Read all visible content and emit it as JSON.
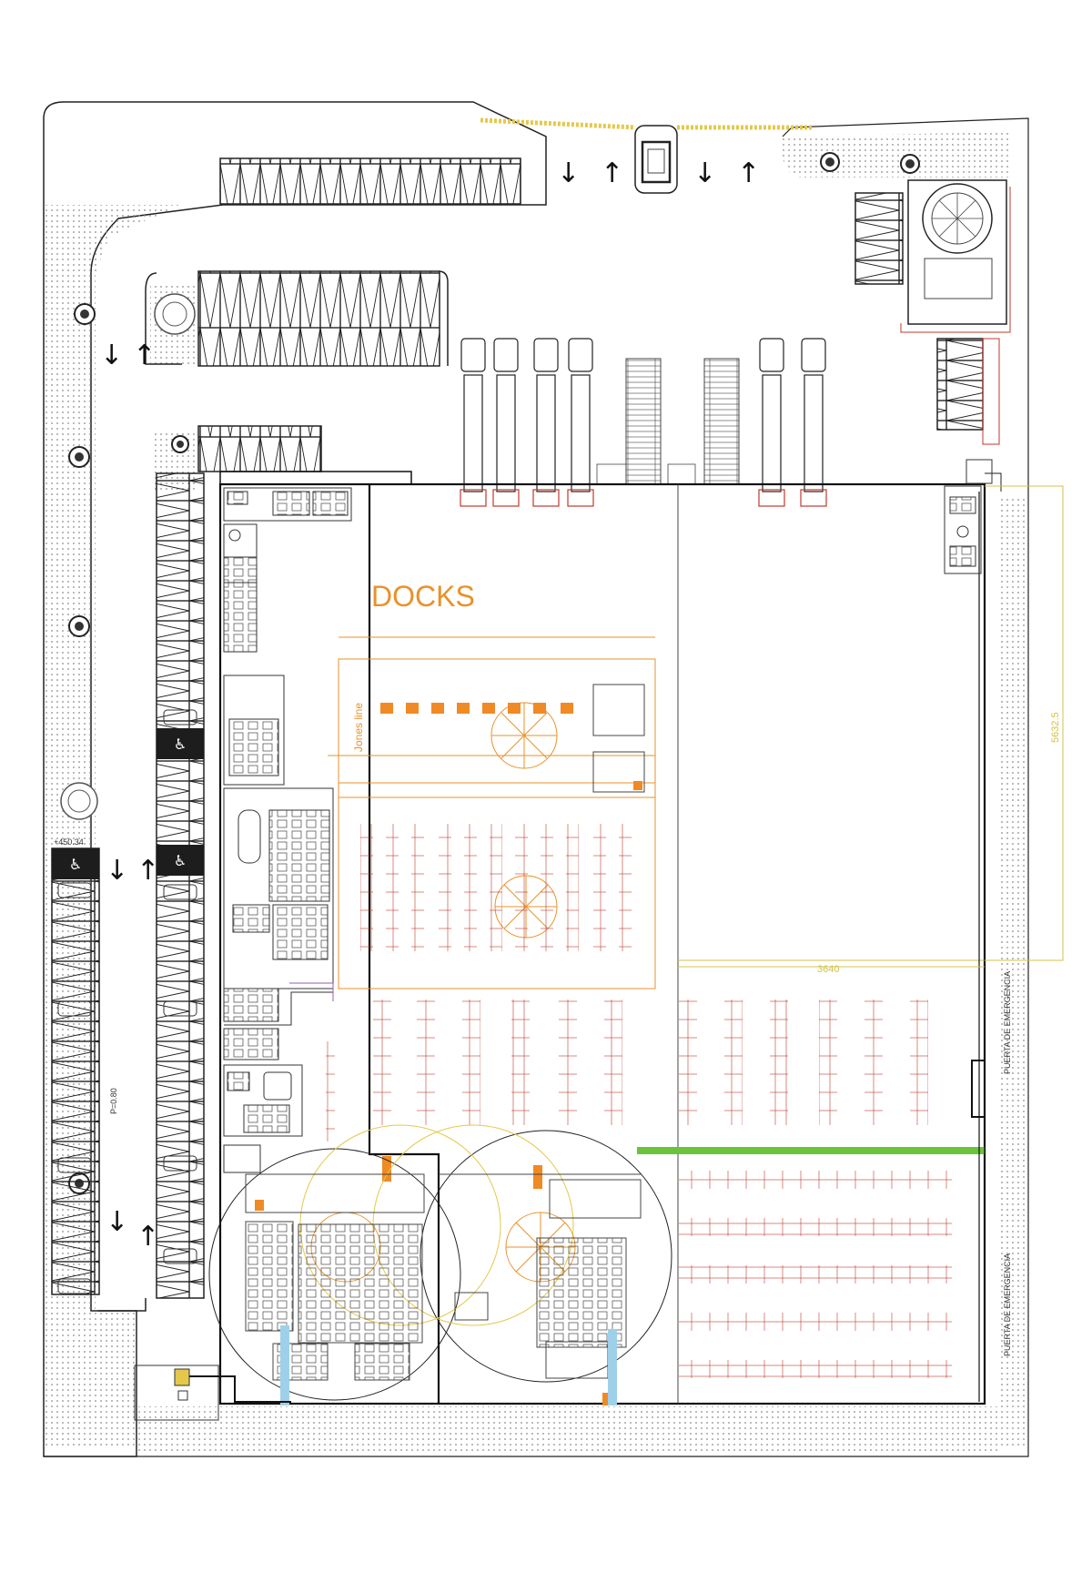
{
  "plan": {
    "label_docks": "DOCKS",
    "label_line": "Jones line",
    "dim_height": "5632.5",
    "dim_width": "3640",
    "label_emergency_1": "PUERTA DE EMERGENCIA",
    "label_emergency_2": "PUERTA DE EMERGENCIA",
    "label_parking_code": "+450.34",
    "label_level": "P=0.80",
    "traffic_arrows": [
      "↓",
      "↑"
    ],
    "colors": {
      "walls": "#111111",
      "zones": "#e8922a",
      "dimension": "#d4c24a",
      "landscaping": "#9a9a9a",
      "highlight_line": "#6ac33a",
      "dock_doors": "#c0392b",
      "water": "#9fd0ea"
    },
    "icons": [
      "tree-icon",
      "accessible-parking-icon",
      "truck-icon",
      "car-icon",
      "arrow-up-icon",
      "arrow-down-icon"
    ]
  }
}
